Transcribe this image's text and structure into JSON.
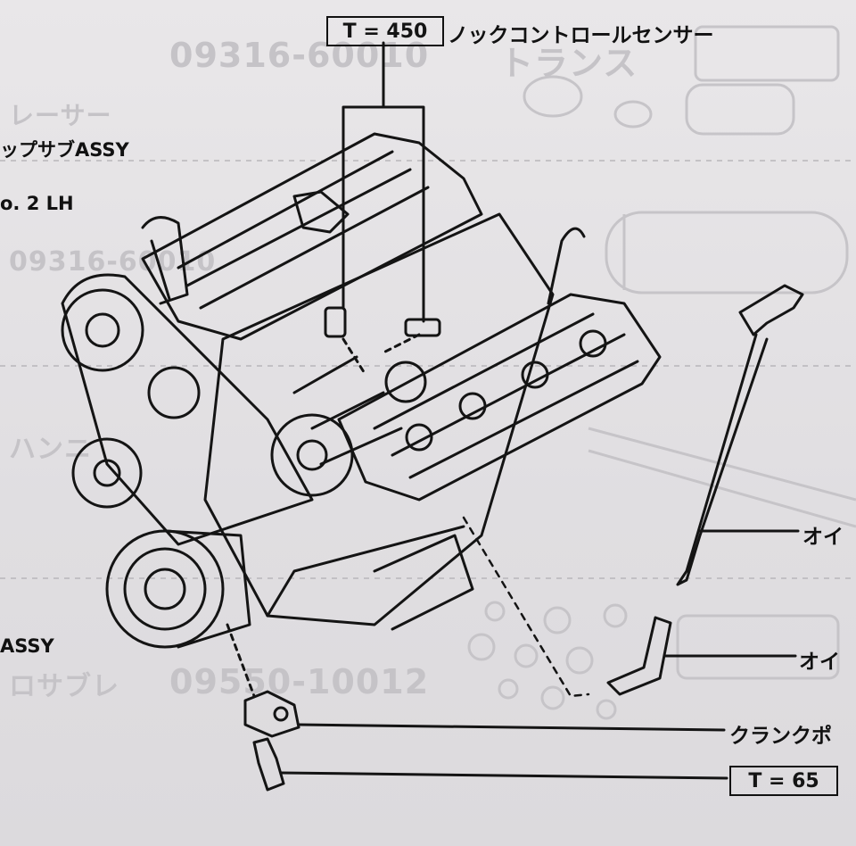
{
  "ghost_text": {
    "part_no_1": "09316-60010",
    "kana_1": "トランス",
    "kana_2": "レーサー",
    "part_no_2": "09316-60010",
    "kana_3": "ハンニ",
    "part_no_3": "09550-10012",
    "kana_4": "ロサブレ"
  },
  "left_margin": {
    "line1": "ップサブASSY",
    "line2": "o. 2 LH",
    "line3": "ASSY"
  },
  "callouts": {
    "top_box": "T = 450",
    "top_label": "ノックコントロールセンサー",
    "oil_1": "オイ",
    "oil_2": "オイ",
    "crank": "クランクポ",
    "bottom_box": "T = 65"
  }
}
